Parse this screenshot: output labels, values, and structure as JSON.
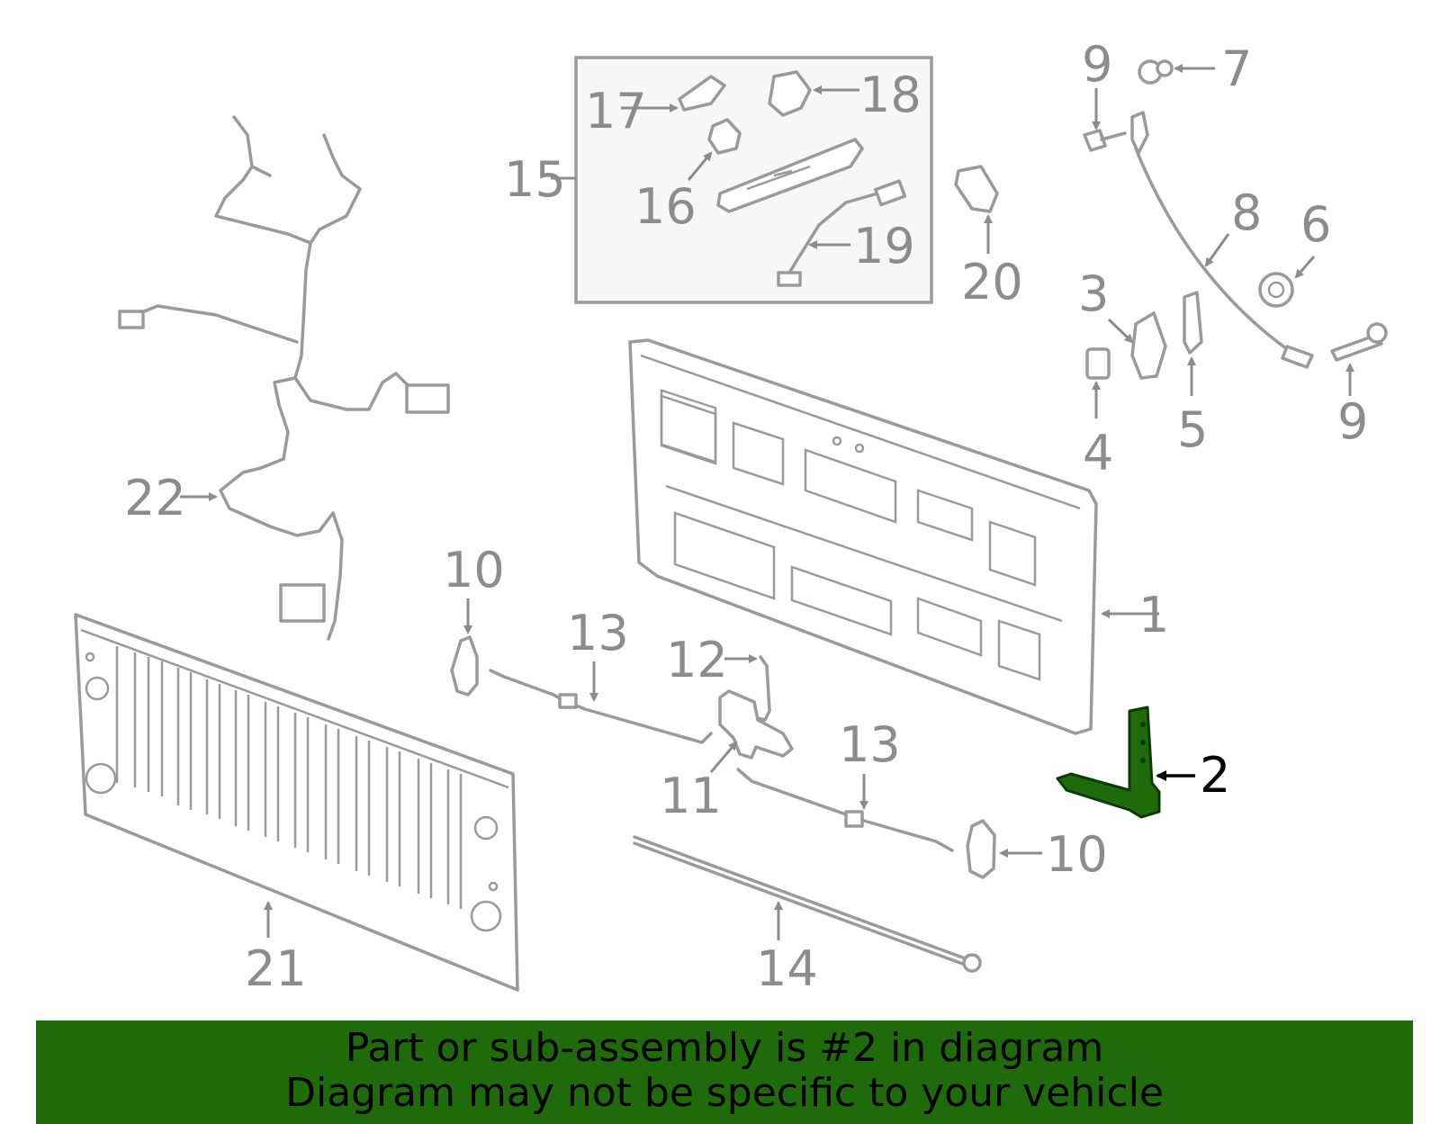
{
  "callouts": {
    "c1": "1",
    "c2": "2",
    "c3": "3",
    "c4": "4",
    "c5": "5",
    "c6": "6",
    "c7": "7",
    "c8": "8",
    "c9a": "9",
    "c9b": "9",
    "c10a": "10",
    "c10b": "10",
    "c11": "11",
    "c12": "12",
    "c13a": "13",
    "c13b": "13",
    "c14": "14",
    "c15": "15",
    "c16": "16",
    "c17": "17",
    "c18": "18",
    "c19": "19",
    "c20": "20",
    "c21": "21",
    "c22": "22"
  },
  "highlight": {
    "part_number": "2",
    "color": "#1f6b0c"
  },
  "footer": {
    "line1": "Part or sub-assembly is #2 in diagram",
    "line2": "Diagram may not be specific to your vehicle",
    "background": "#1f6b0c"
  }
}
